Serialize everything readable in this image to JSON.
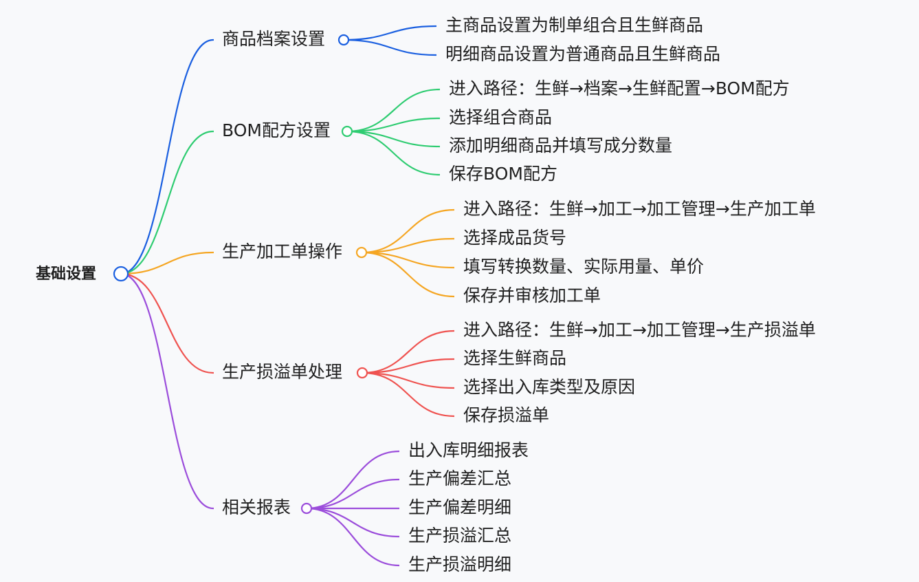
{
  "root": {
    "label": "基础设置"
  },
  "branches": [
    {
      "label": "商品档案设置",
      "color": "#1a5fe0",
      "children": [
        "主商品设置为制单组合且生鲜商品",
        "明细商品设置为普通商品且生鲜商品"
      ]
    },
    {
      "label": "BOM配方设置",
      "color": "#2ecc71",
      "children": [
        "进入路径：生鲜→档案→生鲜配置→BOM配方",
        "选择组合商品",
        "添加明细商品并填写成分数量",
        "保存BOM配方"
      ]
    },
    {
      "label": "生产加工单操作",
      "color": "#f5a623",
      "children": [
        "进入路径：生鲜→加工→加工管理→生产加工单",
        "选择成品货号",
        "填写转换数量、实际用量、单价",
        "保存并审核加工单"
      ]
    },
    {
      "label": "生产损溢单处理",
      "color": "#ef5350",
      "children": [
        "进入路径：生鲜→加工→加工管理→生产损溢单",
        "选择生鲜商品",
        "选择出入库类型及原因",
        "保存损溢单"
      ]
    },
    {
      "label": "相关报表",
      "color": "#9b4ddb",
      "children": [
        "出入库明细报表",
        "生产偏差汇总",
        "生产偏差明细",
        "生产损溢汇总",
        "生产损溢明细"
      ]
    }
  ]
}
